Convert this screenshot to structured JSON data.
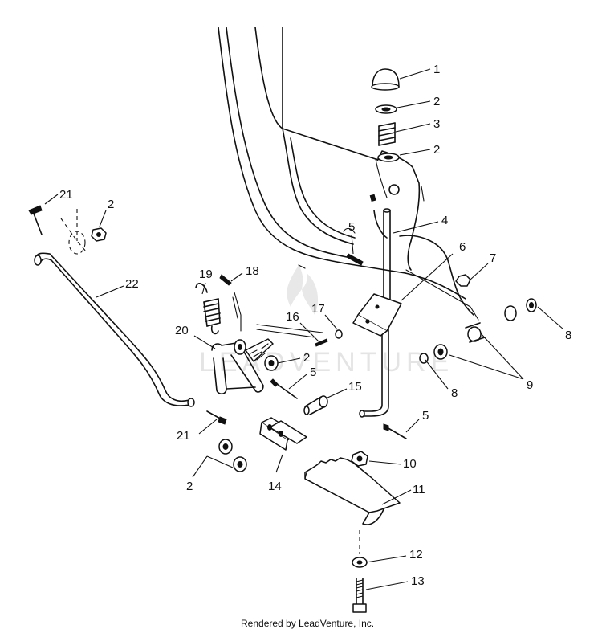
{
  "footer": {
    "text": "Rendered by LeadVenture, Inc."
  },
  "watermark": {
    "text": "LEADVENTURE"
  },
  "callouts": [
    {
      "id": "c1",
      "label": "1"
    },
    {
      "id": "c2a",
      "label": "2"
    },
    {
      "id": "c3",
      "label": "3"
    },
    {
      "id": "c2b",
      "label": "2"
    },
    {
      "id": "c4",
      "label": "4"
    },
    {
      "id": "c5a",
      "label": "5"
    },
    {
      "id": "c6",
      "label": "6"
    },
    {
      "id": "c7",
      "label": "7"
    },
    {
      "id": "c8a",
      "label": "8"
    },
    {
      "id": "c9",
      "label": "9"
    },
    {
      "id": "c8b",
      "label": "8"
    },
    {
      "id": "c21a",
      "label": "21"
    },
    {
      "id": "c2c",
      "label": "2"
    },
    {
      "id": "c22",
      "label": "22"
    },
    {
      "id": "c19",
      "label": "19"
    },
    {
      "id": "c18",
      "label": "18"
    },
    {
      "id": "c17",
      "label": "17"
    },
    {
      "id": "c16",
      "label": "16"
    },
    {
      "id": "c20",
      "label": "20"
    },
    {
      "id": "c2d",
      "label": "2"
    },
    {
      "id": "c5b",
      "label": "5"
    },
    {
      "id": "c15",
      "label": "15"
    },
    {
      "id": "c5c",
      "label": "5"
    },
    {
      "id": "c21b",
      "label": "21"
    },
    {
      "id": "c10",
      "label": "10"
    },
    {
      "id": "c2e",
      "label": "2"
    },
    {
      "id": "c14",
      "label": "14"
    },
    {
      "id": "c11",
      "label": "11"
    },
    {
      "id": "c12",
      "label": "12"
    },
    {
      "id": "c13",
      "label": "13"
    }
  ]
}
